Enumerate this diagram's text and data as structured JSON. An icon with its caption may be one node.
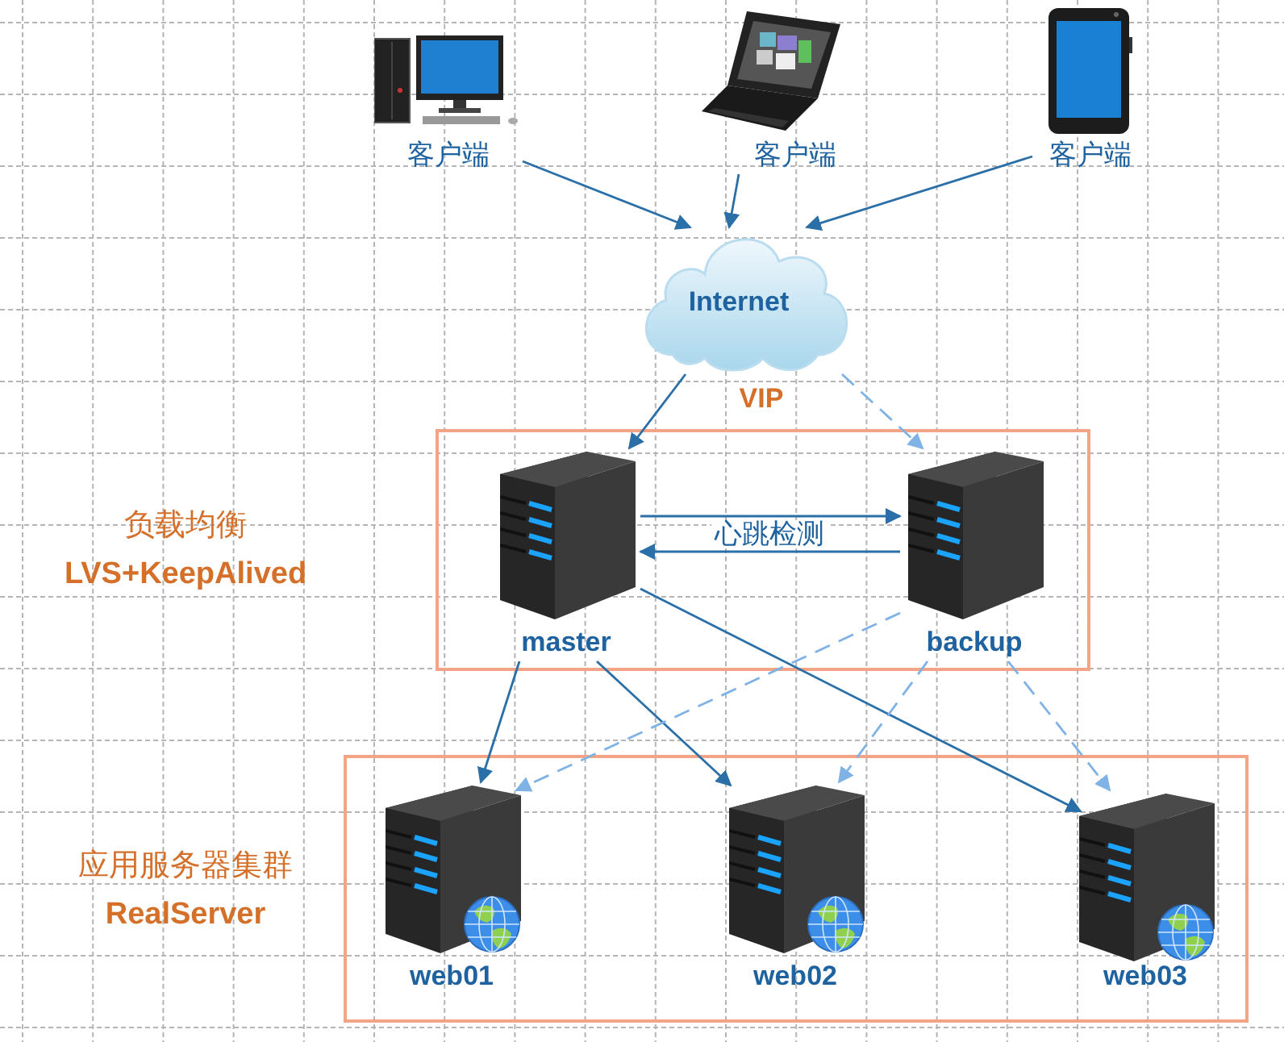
{
  "diagram": {
    "nodes": [
      {
        "text": [
          "客户端"
        ]
      },
      {
        "text": [
          "客户端"
        ]
      },
      {
        "text": [
          "客户端"
        ]
      },
      {
        "text": [
          "Internet"
        ],
        "beside": [
          "VIP"
        ]
      },
      {
        "text": [],
        "shape": "box"
      },
      {
        "text": [
          "master"
        ],
        "in": 4
      },
      {
        "text": [
          "backup"
        ],
        "in": 4
      },
      {
        "text": [],
        "shape": "box"
      },
      {
        "text": [
          "web01"
        ],
        "in": 7
      },
      {
        "text": [
          "web02"
        ],
        "in": 7
      },
      {
        "text": [
          "web03"
        ],
        "in": 7
      }
    ],
    "edges": [
      {
        "from": 0,
        "to": 3,
        "arrow": "to"
      },
      {
        "from": 1,
        "to": 3,
        "arrow": "to"
      },
      {
        "from": 2,
        "to": 3,
        "arrow": "to"
      },
      {
        "from": 3,
        "to": 5,
        "arrow": "to"
      },
      {
        "from": 3,
        "to": 6,
        "arrow": "to",
        "style": "dashed",
        "color": "#7fb2e5"
      },
      {
        "from": 5,
        "to": 6,
        "arrow": "to",
        "label": "心跳检测"
      },
      {
        "from": 6,
        "to": 5,
        "arrow": "to"
      },
      {
        "from": 5,
        "to": 8,
        "arrow": "to"
      },
      {
        "from": 5,
        "to": 9,
        "arrow": "to"
      },
      {
        "from": 5,
        "to": 10,
        "arrow": "to"
      },
      {
        "from": 6,
        "to": 8,
        "arrow": "to",
        "style": "dashed",
        "color": "#7fb2e5"
      },
      {
        "from": 6,
        "to": 9,
        "arrow": "to",
        "style": "dashed",
        "color": "#7fb2e5"
      },
      {
        "from": 6,
        "to": 10,
        "arrow": "to",
        "style": "dashed",
        "color": "#7fb2e5"
      }
    ],
    "labels": [
      "负载均衡",
      "LVS+KeepAlived",
      "应用服务器集群",
      "RealServer"
    ]
  }
}
